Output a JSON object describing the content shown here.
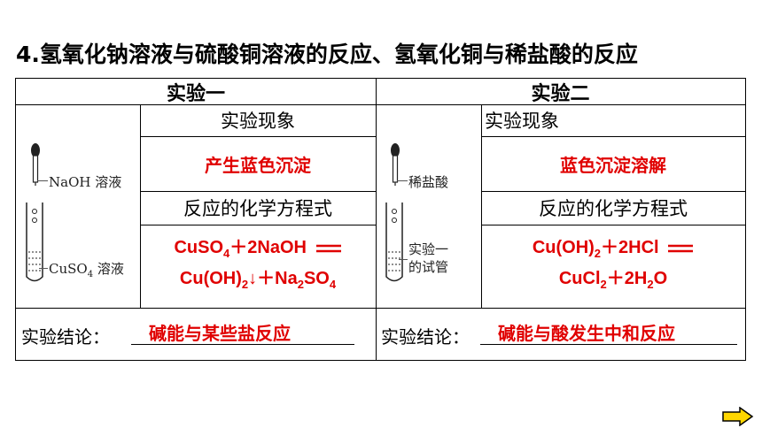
{
  "title": "4.氢氧化钠溶液与硫酸铜溶液的反应、氢氧化铜与稀盐酸的反应",
  "exp1": {
    "header": "实验一",
    "phenomenon_label": "实验现象",
    "phenomenon": "产生蓝色沉淀",
    "equation_label": "反应的化学方程式",
    "eq_line1": {
      "a": "CuSO",
      "a_sub": "4",
      "b": "＋2NaOH"
    },
    "eq_line2": {
      "a": "Cu(OH)",
      "a_sub": "2",
      "b": "↓＋Na",
      "b_sub": "2",
      "c": "SO",
      "c_sub": "4"
    },
    "apparatus_top": "NaOH 溶液",
    "apparatus_bottom_a": "CuSO",
    "apparatus_bottom_sub": "4",
    "apparatus_bottom_b": " 溶液",
    "conclusion_label": "实验结论：",
    "conclusion": "碱能与某些盐反应"
  },
  "exp2": {
    "header": "实验二",
    "phenomenon_label": "实验现象",
    "phenomenon": "蓝色沉淀溶解",
    "equation_label": "反应的化学方程式",
    "eq_line1": {
      "a": "Cu(OH)",
      "a_sub": "2",
      "b": "＋2HCl"
    },
    "eq_line2": {
      "a": "CuCl",
      "a_sub": "2",
      "b": "＋2H",
      "b_sub": "2",
      "c": "O"
    },
    "apparatus_top": "稀盐酸",
    "apparatus_bottom_1": "实验一",
    "apparatus_bottom_2": "的试管",
    "conclusion_label": "实验结论：",
    "conclusion": "碱能与酸发生中和反应"
  },
  "colors": {
    "answer": "#e00000",
    "arrow": "#ffd700"
  },
  "icons": [
    "dropper-icon",
    "test-tube-icon",
    "next-arrow-icon"
  ]
}
